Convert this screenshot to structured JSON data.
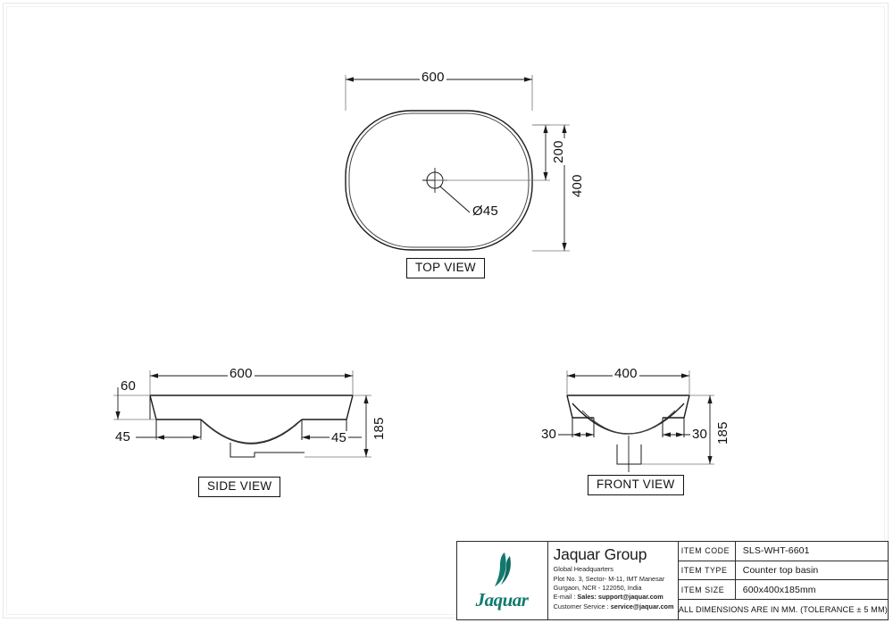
{
  "drawing": {
    "title": "Counter top basin technical drawing",
    "views": {
      "top": {
        "label": "TOP VIEW",
        "dims": {
          "width": "600",
          "hole_offset": "200",
          "depth": "400",
          "hole_diameter": "Ø45"
        }
      },
      "side": {
        "label": "SIDE VIEW",
        "dims": {
          "width": "600",
          "rim_height": "60",
          "left_foot": "45",
          "right_foot": "45",
          "total_height": "185"
        }
      },
      "front": {
        "label": "FRONT VIEW",
        "dims": {
          "width": "400",
          "left_foot": "30",
          "right_foot": "30",
          "total_height": "185"
        }
      }
    }
  },
  "title_block": {
    "logo": {
      "mark_name": "jaquar-swoosh-logo",
      "wordmark": "Jaquar",
      "color": "#117a6e"
    },
    "company": {
      "name": "Jaquar Group",
      "address_lines": [
        "Global Headquarters",
        "Plot No. 3, Sector- M-11, IMT Manesar",
        "Gurgaon, NCR - 122050, India"
      ],
      "email_label": "E-mail : ",
      "email_sales_label": "Sales:",
      "email_sales": " support@jaquar.com",
      "service_label": "Customer Service : ",
      "service_email": "service@jaquar.com"
    },
    "specs": [
      {
        "key": "ITEM  CODE",
        "value": "SLS-WHT-6601"
      },
      {
        "key": "ITEM  TYPE",
        "value": "Counter top basin"
      },
      {
        "key": "ITEM  SIZE",
        "value": "600x400x185mm"
      }
    ],
    "note": "ALL DIMENSIONS ARE IN MM. (TOLERANCE ± 5 MM)"
  }
}
